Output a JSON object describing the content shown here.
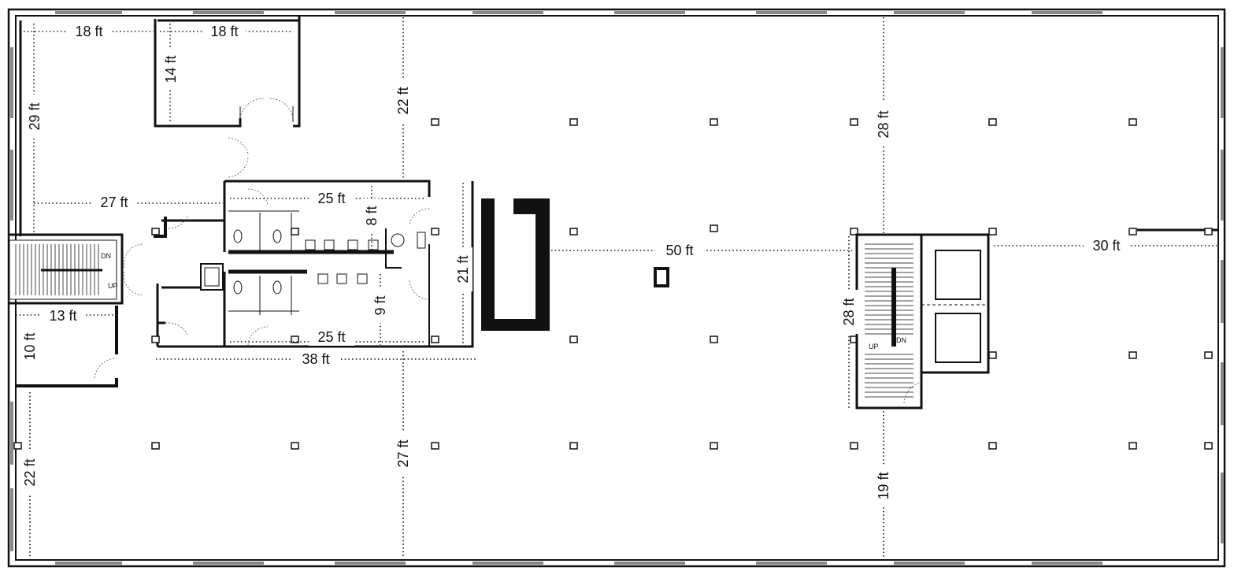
{
  "dimensions": {
    "upper_left_width_a": "18 ft",
    "upper_left_width_b": "18 ft",
    "office_depth": "14 ft",
    "left_wing_depth": "29 ft",
    "corridor_top_span": "22 ft",
    "lobby_width": "27 ft",
    "restroom_upper_width": "25 ft",
    "restroom_upper_depth": "8 ft",
    "restroom_lower_depth": "9 ft",
    "restroom_lower_width": "25 ft",
    "core_depth": "21 ft",
    "core_total_width": "38 ft",
    "open_span_center": "50 ft",
    "stair_corridor_height": "28 ft",
    "stair_core_depth": "28 ft",
    "east_span": "30 ft",
    "south_span_right": "19 ft",
    "south_span_center": "27 ft",
    "south_span_left": "22 ft",
    "small_room_width": "13 ft",
    "small_room_depth": "10 ft"
  },
  "stair_labels": {
    "west_down": "DN",
    "west_up": "UP",
    "east_up": "UP",
    "east_down": "DN"
  }
}
